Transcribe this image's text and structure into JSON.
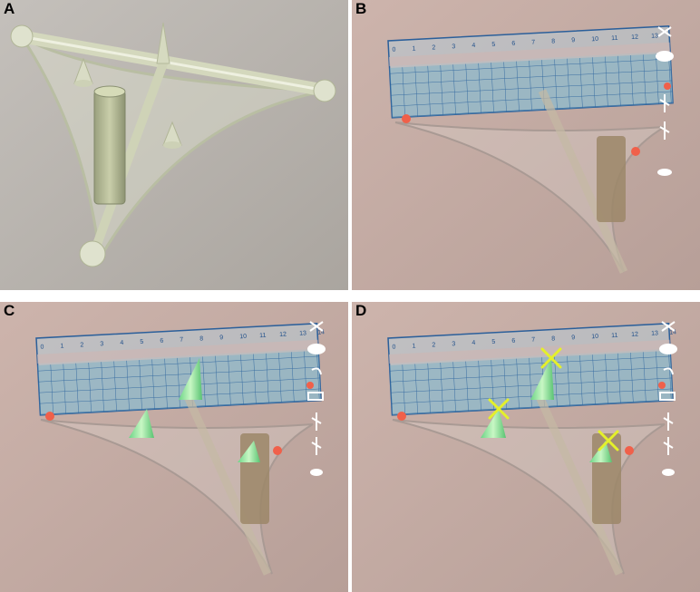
{
  "panels": [
    {
      "label": "A"
    },
    {
      "label": "B"
    },
    {
      "label": "C"
    },
    {
      "label": "D"
    }
  ],
  "ruler": {
    "numbers": [
      "0",
      "1",
      "2",
      "3",
      "4",
      "5",
      "6",
      "7",
      "8",
      "9",
      "10",
      "11",
      "12",
      "13",
      "14"
    ]
  },
  "colors": {
    "background_grey": "#b9b4af",
    "background_pink": "#c7aea6",
    "cone_green": "#8fe6a0",
    "marker_red": "#f0604a",
    "cross_yellow": "#e4f02a",
    "ruler_blue": "#3a78b8"
  },
  "icons": [
    "x-icon",
    "cloud-icon",
    "curl-icon",
    "rectangle-icon",
    "y-icon",
    "y-icon",
    "blob-icon"
  ]
}
